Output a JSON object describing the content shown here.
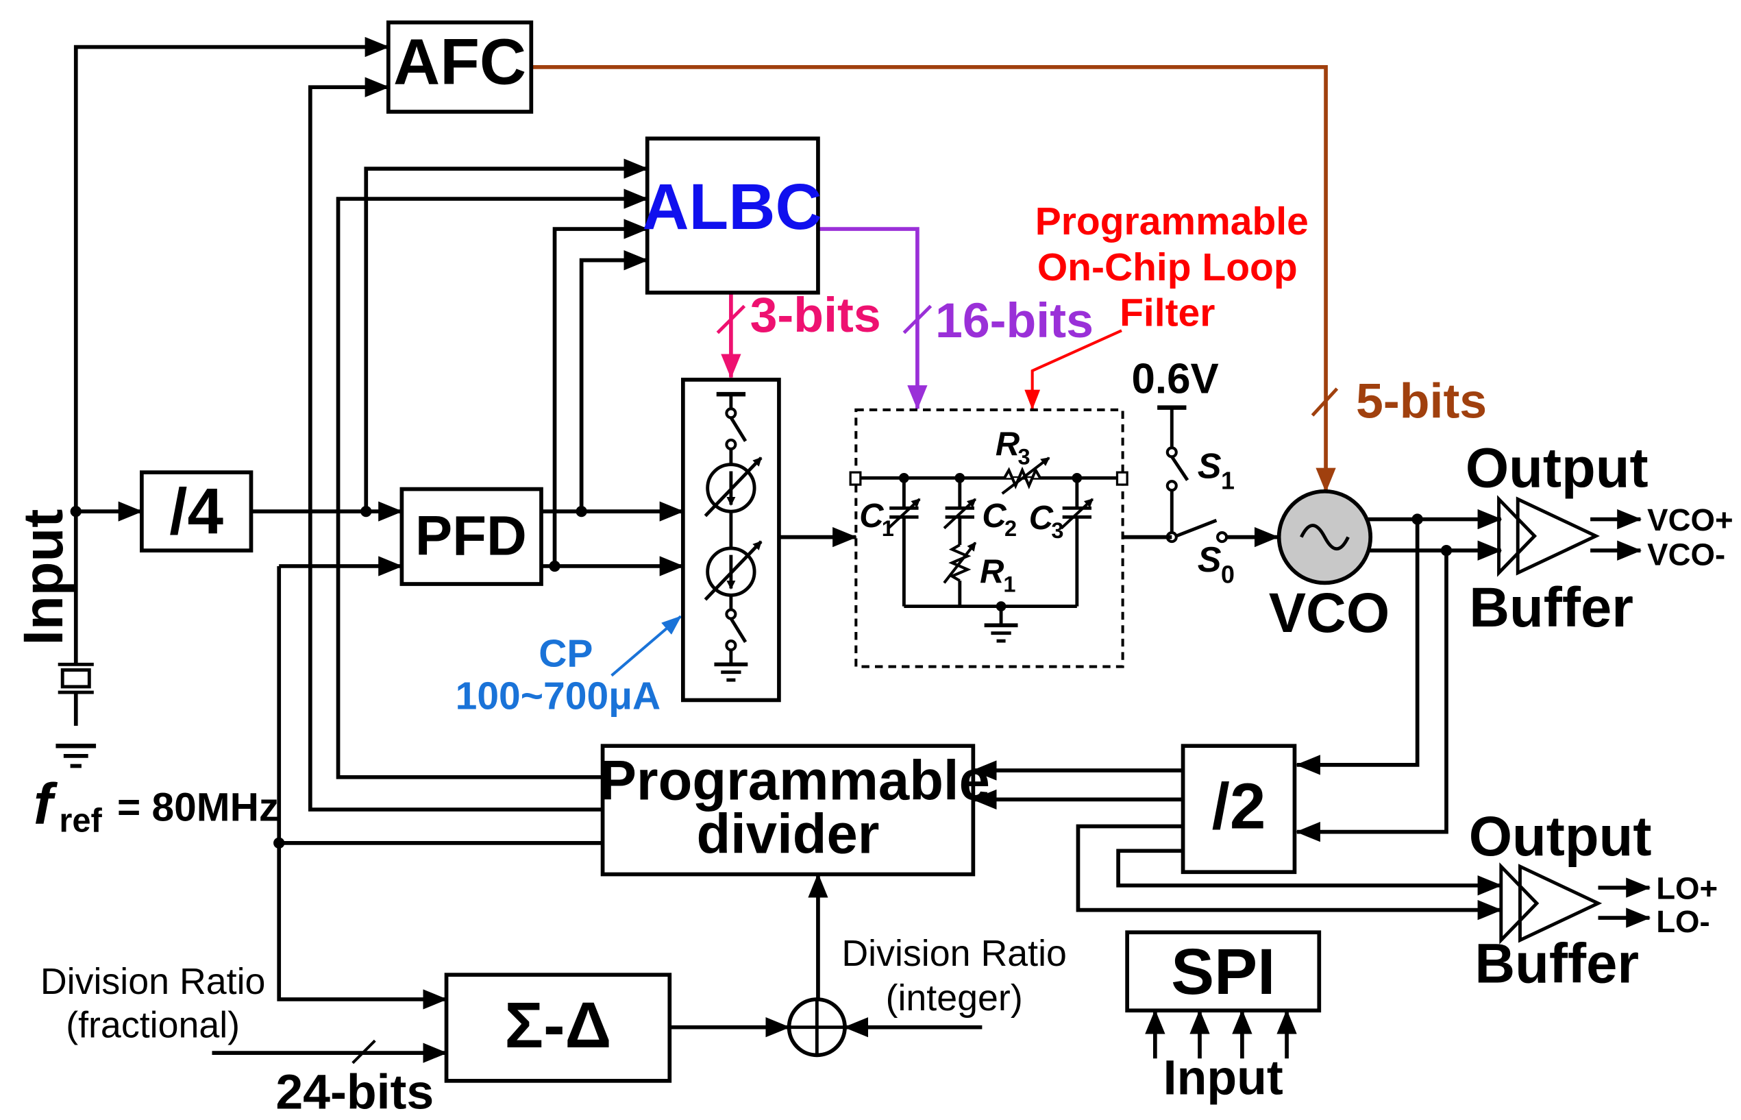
{
  "blocks": {
    "afc": "AFC",
    "albc": "ALBC",
    "div4": "/4",
    "pfd": "PFD",
    "prog_divider_line1": "Programmable",
    "prog_divider_line2": "divider",
    "div2": "/2",
    "sigma_delta": "Σ-Δ",
    "spi": "SPI",
    "vco": "VCO"
  },
  "labels": {
    "input_left": "Input",
    "fref_f": "f",
    "fref_sub": "ref",
    "fref_value": "= 80MHz",
    "bits_3": "3-bits",
    "bits_16": "16-bits",
    "bits_5": "5-bits",
    "bits_24": "24-bits",
    "loop_filter_1": "Programmable",
    "loop_filter_2": "On-Chip Loop",
    "loop_filter_3": "Filter",
    "cp_1": "CP",
    "cp_2": "100~700μA",
    "v06": "0.6V",
    "s1": "S",
    "s1_sub": "1",
    "s0": "S",
    "s0_sub": "0",
    "c1": "C",
    "c1_sub": "1",
    "c2": "C",
    "c2_sub": "2",
    "c3": "C",
    "c3_sub": "3",
    "r1": "R",
    "r1_sub": "1",
    "r3": "R",
    "r3_sub": "3",
    "output_1": "Output",
    "buffer_1": "Buffer",
    "output_2": "Output",
    "buffer_2": "Buffer",
    "vco_plus": "VCO+",
    "vco_minus": "VCO-",
    "lo_plus": "LO+",
    "lo_minus": "LO-",
    "div_ratio_frac_1": "Division Ratio",
    "div_ratio_frac_2": "(fractional)",
    "div_ratio_int_1": "Division Ratio",
    "div_ratio_int_2": "(integer)",
    "spi_input": "Input"
  },
  "colors": {
    "albc_text": "#1010ee",
    "bits3": "#ee1170",
    "bits16": "#9a30d8",
    "bits5": "#a0400e",
    "loop_filter": "#ff0000",
    "cp": "#1a73d8",
    "wire": "#000000"
  }
}
